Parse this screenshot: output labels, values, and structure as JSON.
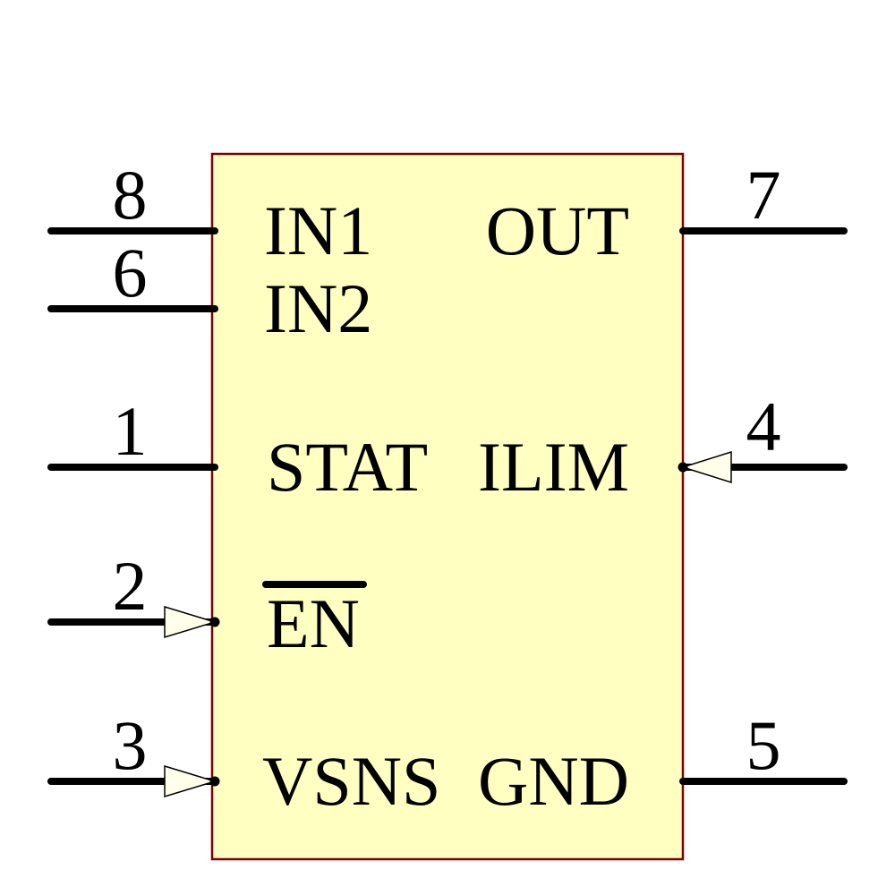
{
  "component": {
    "pins": {
      "left": [
        {
          "number": "8",
          "name": "IN1",
          "arrow": false,
          "overline": false
        },
        {
          "number": "6",
          "name": "IN2",
          "arrow": false,
          "overline": false
        },
        {
          "number": "1",
          "name": "STAT",
          "arrow": false,
          "overline": false
        },
        {
          "number": "2",
          "name": "EN",
          "arrow": true,
          "overline": true
        },
        {
          "number": "3",
          "name": "VSNS",
          "arrow": true,
          "overline": false
        }
      ],
      "right": [
        {
          "number": "7",
          "name": "OUT",
          "arrow": false,
          "overline": false
        },
        {
          "number": "4",
          "name": "ILIM",
          "arrow": true,
          "overline": false
        },
        {
          "number": "5",
          "name": "GND",
          "arrow": false,
          "overline": false
        }
      ]
    },
    "colors": {
      "body_fill": "#FFFFC1",
      "body_border": "#800000",
      "arrow_fill": "#FFFFEA",
      "wire": "#000000",
      "text": "#000000",
      "background": "#FFFFFF"
    }
  }
}
